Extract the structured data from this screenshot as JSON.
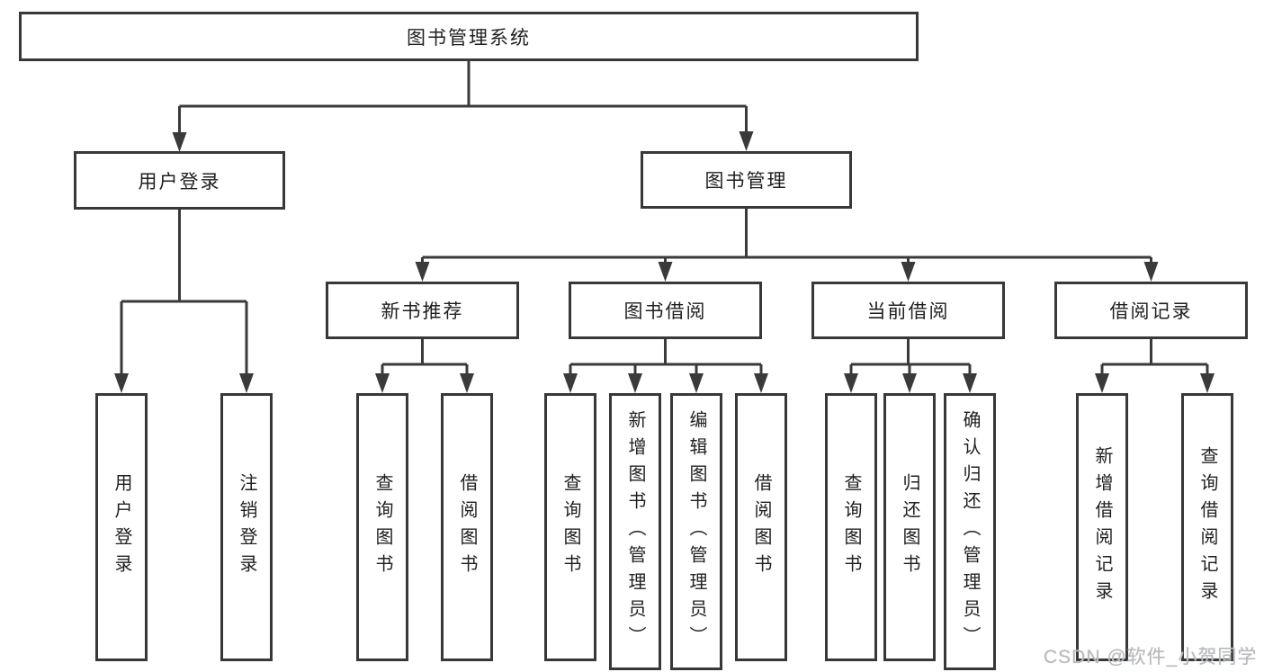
{
  "tree": {
    "root": {
      "label": "图书管理系统"
    },
    "branches": [
      {
        "label": "用户登录",
        "children": [
          {
            "label": "用户登录"
          },
          {
            "label": "注销登录"
          }
        ]
      },
      {
        "label": "图书管理",
        "sections": [
          {
            "label": "新书推荐",
            "children": [
              {
                "label": "查询图书"
              },
              {
                "label": "借阅图书"
              }
            ]
          },
          {
            "label": "图书借阅",
            "children": [
              {
                "label": "查询图书"
              },
              {
                "label": "新增图书（管理员）"
              },
              {
                "label": "编辑图书（管理员）"
              },
              {
                "label": "借阅图书"
              }
            ]
          },
          {
            "label": "当前借阅",
            "children": [
              {
                "label": "查询图书"
              },
              {
                "label": "归还图书"
              },
              {
                "label": "确认归还（管理员）"
              }
            ]
          },
          {
            "label": "借阅记录",
            "children": [
              {
                "label": "新增借阅记录"
              },
              {
                "label": "查询借阅记录"
              }
            ]
          }
        ]
      }
    ]
  },
  "watermark": "CSDN @软件_小贺同学",
  "colors": {
    "line": "#3a3a3a",
    "text": "#1f1f1f",
    "watermark": "#b7babd",
    "background": "#ffffff"
  }
}
